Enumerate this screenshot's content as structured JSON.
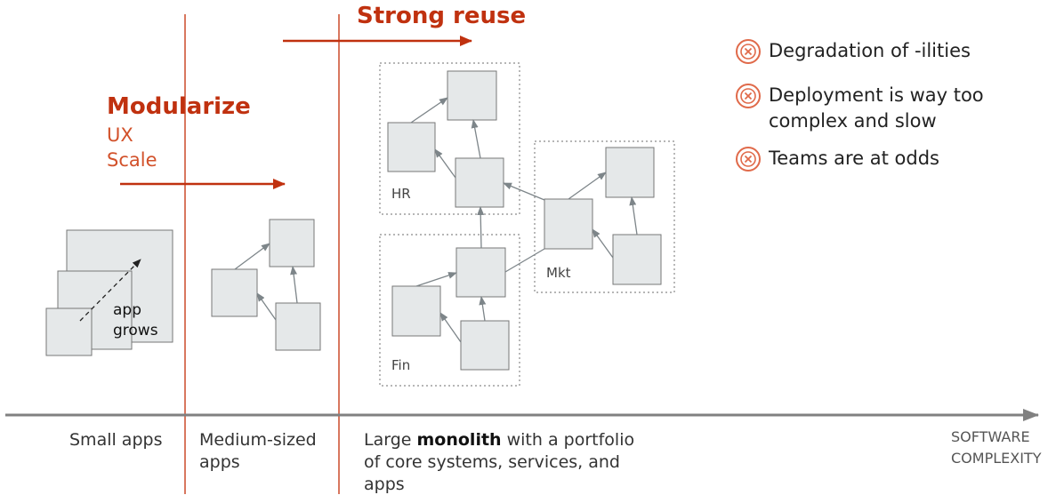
{
  "phases": {
    "modularize": {
      "title": "Modularize",
      "items": [
        "UX",
        "Scale"
      ]
    },
    "strong_reuse": {
      "title": "Strong reuse"
    }
  },
  "small_app": {
    "label_line1": "app",
    "label_line2": "grows"
  },
  "groups": {
    "hr": "HR",
    "fin": "Fin",
    "mkt": "Mkt"
  },
  "issues": [
    {
      "icon": "cross-circle-icon",
      "line1": "Degradation of -ilities",
      "line2": ""
    },
    {
      "icon": "cross-circle-icon",
      "line1": "Deployment is way too",
      "line2": "complex and slow"
    },
    {
      "icon": "cross-circle-icon",
      "line1": "Teams are at odds",
      "line2": ""
    }
  ],
  "axis": {
    "small": "Small apps",
    "medium_line1": "Medium-sized",
    "medium_line2": "apps",
    "large_prefix": "Large ",
    "large_bold": "monolith",
    "large_suffix": " with a portfolio",
    "large_line2": "of core systems, services, and",
    "large_line3": "apps",
    "right_line1": "SOFTWARE",
    "right_line2": "COMPLEXITY"
  },
  "colors": {
    "accent_red": "#c0310f",
    "divider_red": "#cc4a2a",
    "box_fill": "#e5e8e9",
    "box_stroke": "#777777",
    "arrow_gray": "#7d8589",
    "axis_gray": "#808080"
  }
}
